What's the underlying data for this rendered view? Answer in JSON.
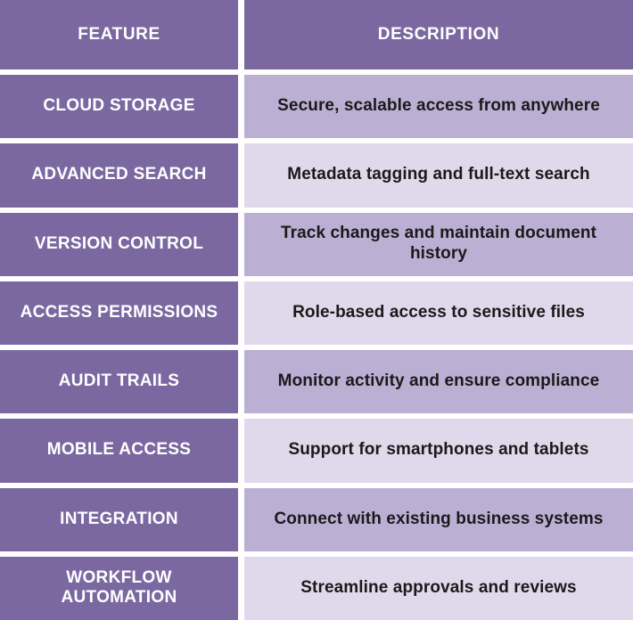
{
  "chart_data": {
    "type": "table",
    "columns": [
      "FEATURE",
      "DESCRIPTION"
    ],
    "rows": [
      {
        "feature": "CLOUD STORAGE",
        "description": "Secure, scalable access from anywhere"
      },
      {
        "feature": "ADVANCED SEARCH",
        "description": "Metadata tagging and full-text search"
      },
      {
        "feature": "VERSION CONTROL",
        "description": "Track changes and maintain document history"
      },
      {
        "feature": "ACCESS PERMISSIONS",
        "description": "Role-based access to sensitive files"
      },
      {
        "feature": "AUDIT TRAILS",
        "description": "Monitor activity and ensure compliance"
      },
      {
        "feature": "MOBILE ACCESS",
        "description": "Support for smartphones and tablets"
      },
      {
        "feature": "INTEGRATION",
        "description": "Connect with existing business systems"
      },
      {
        "feature": "WORKFLOW AUTOMATION",
        "description": "Streamline approvals and reviews"
      }
    ],
    "layout": {
      "banded_rows": true,
      "band_pattern": [
        "a",
        "b"
      ],
      "header_row": true
    },
    "colors": {
      "header_bg": "#7B68A1",
      "feature_bg": "#7B68A1",
      "desc_bg_a": "#BCAFD4",
      "desc_bg_b": "#DFD9EB",
      "header_text": "#FFFFFF",
      "feature_text": "#FFFFFF",
      "desc_text": "#1A1A1A",
      "divider": "#FFFFFF"
    }
  }
}
